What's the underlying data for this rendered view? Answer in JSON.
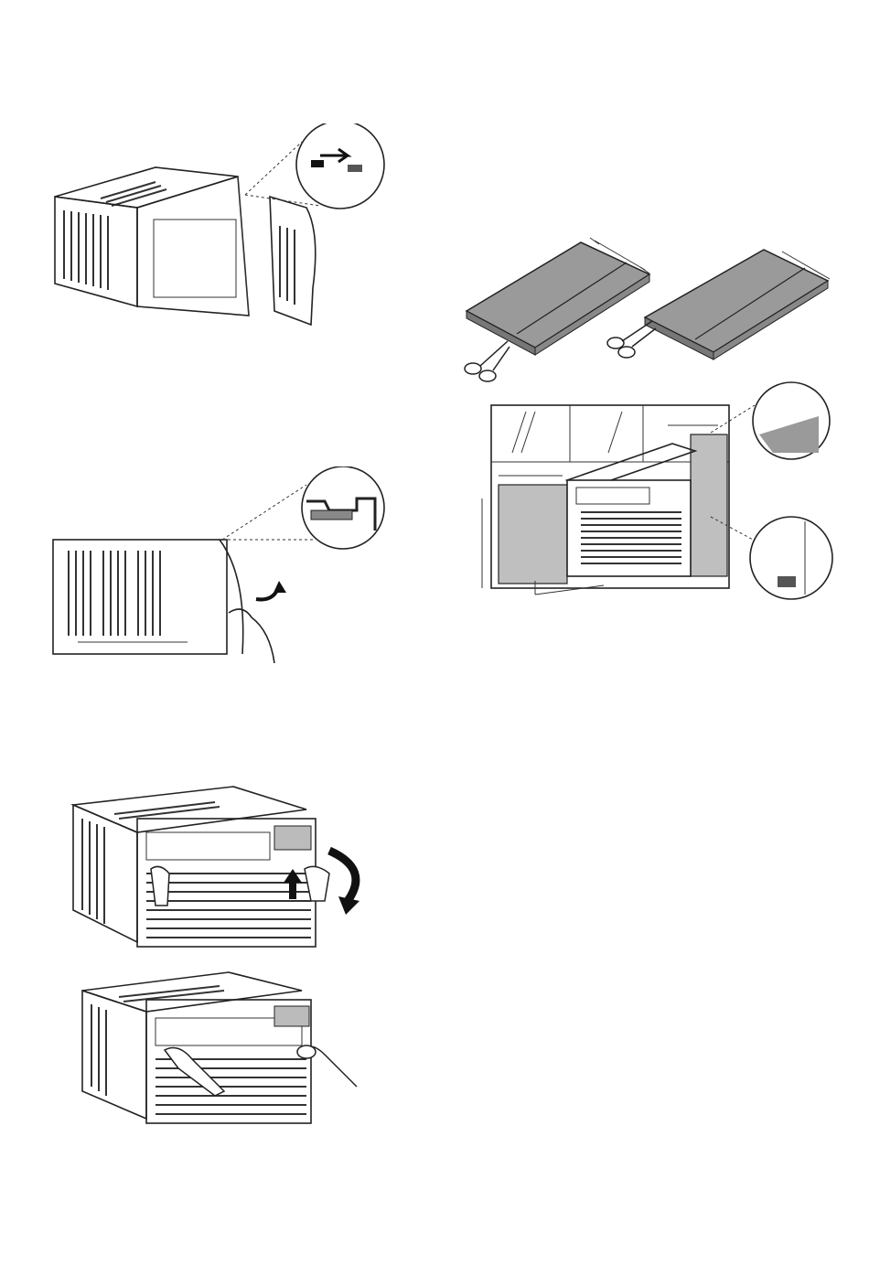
{
  "page": {
    "background": "#ffffff",
    "ink_color": "#222222",
    "foam_fill": "#9a9a9a",
    "dotted_panel_fill": "#bfbfbf"
  },
  "figures": [
    {
      "name": "unit-open-front-panel-figure",
      "icon": "air-conditioner-open-panel-illustration"
    },
    {
      "name": "foam-cutting-figure",
      "icon": "scissors-cutting-foam-illustration"
    },
    {
      "name": "window-installation-figure",
      "icon": "window-accordion-panel-illustration"
    },
    {
      "name": "panel-hook-detail-figure",
      "icon": "front-grille-hook-illustration"
    },
    {
      "name": "lift-front-panel-figure",
      "icon": "hands-lifting-panel-illustration"
    },
    {
      "name": "remove-filter-figure",
      "icon": "hands-removing-filter-illustration"
    }
  ]
}
